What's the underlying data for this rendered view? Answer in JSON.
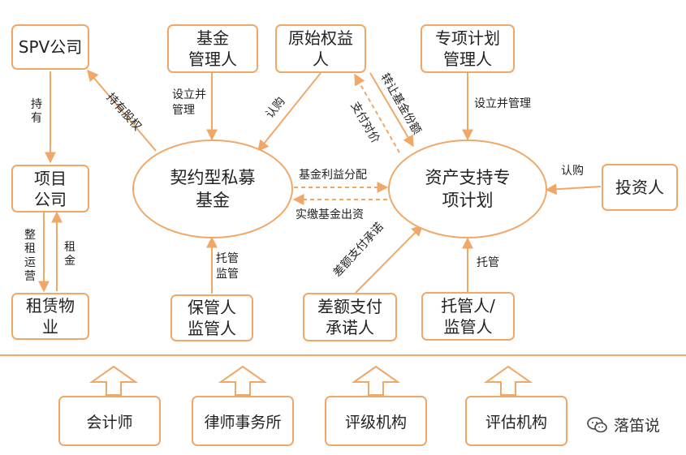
{
  "nodes": {
    "spv": "SPV公司",
    "fund_manager": "基金\n管理人",
    "original_owner": "原始权益\n人",
    "plan_manager": "专项计划\n管理人",
    "project_company": "项目\n公司",
    "private_fund": "契约型私募\n基金",
    "abs_plan": "资产支持专\n项计划",
    "investor": "投资人",
    "leased_property": "租赁物\n业",
    "custodian_fund": "保管人\n监管人",
    "guarantor": "差额支付\n承诺人",
    "custodian_plan": "托管人/\n监管人"
  },
  "labels": {
    "hold": "持\n有",
    "hold_equity": "持有股权",
    "setup_manage_fund": "设立并\n管理",
    "subscribe_fund": "认购",
    "pay_price": "支付对价",
    "transfer_share": "转让基金份额",
    "setup_manage_plan": "设立并管理",
    "fund_income": "基金利益分配",
    "paid_capital": "实缴基金出资",
    "subscribe_plan": "认购",
    "lease_ops": "整\n租\n运\n营",
    "rent": "租\n金",
    "custody_fund": "托管\n监管",
    "diff_payment": "差额支付承诺",
    "custody_plan": "托管"
  },
  "service_providers": [
    "会计师",
    "律师事务所",
    "评级机构",
    "评估机构"
  ],
  "logo_text": "落笛说",
  "colors": {
    "accent": "#f0a868",
    "text": "#222222"
  }
}
